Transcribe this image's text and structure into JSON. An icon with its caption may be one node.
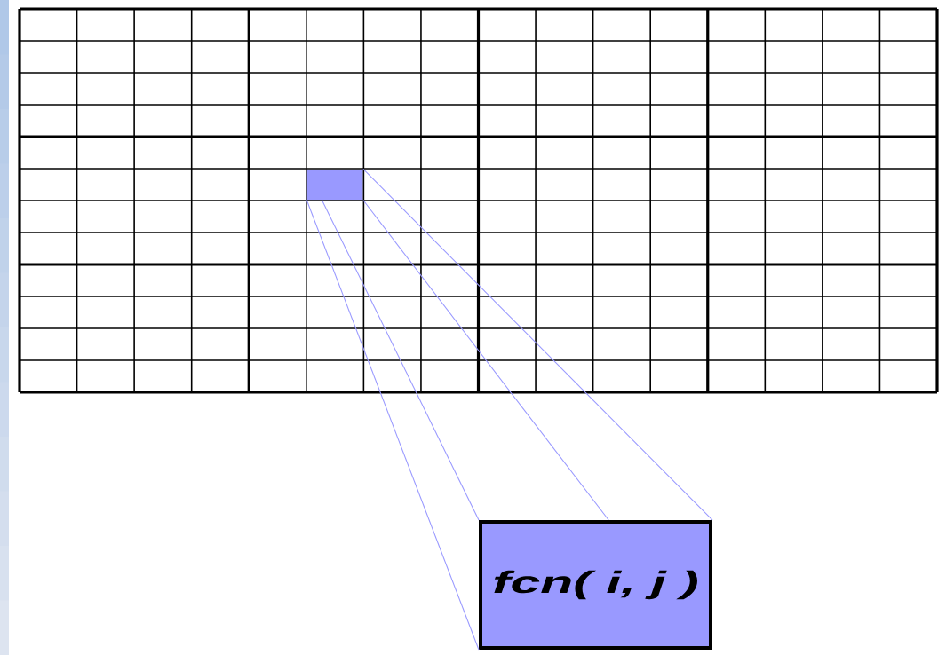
{
  "diagram": {
    "nodes": [
      {
        "text": [],
        "shape": "box"
      },
      {
        "text": [
          "*fcn( i, j )*"
        ]
      }
    ],
    "edges": [
      {
        "from": 0,
        "to": 1,
        "arrow": "none"
      },
      {
        "from": 0,
        "to": 1,
        "arrow": "none"
      },
      {
        "from": 0,
        "to": 1,
        "arrow": "none"
      },
      {
        "from": 0,
        "to": 1,
        "arrow": "none"
      }
    ]
  }
}
